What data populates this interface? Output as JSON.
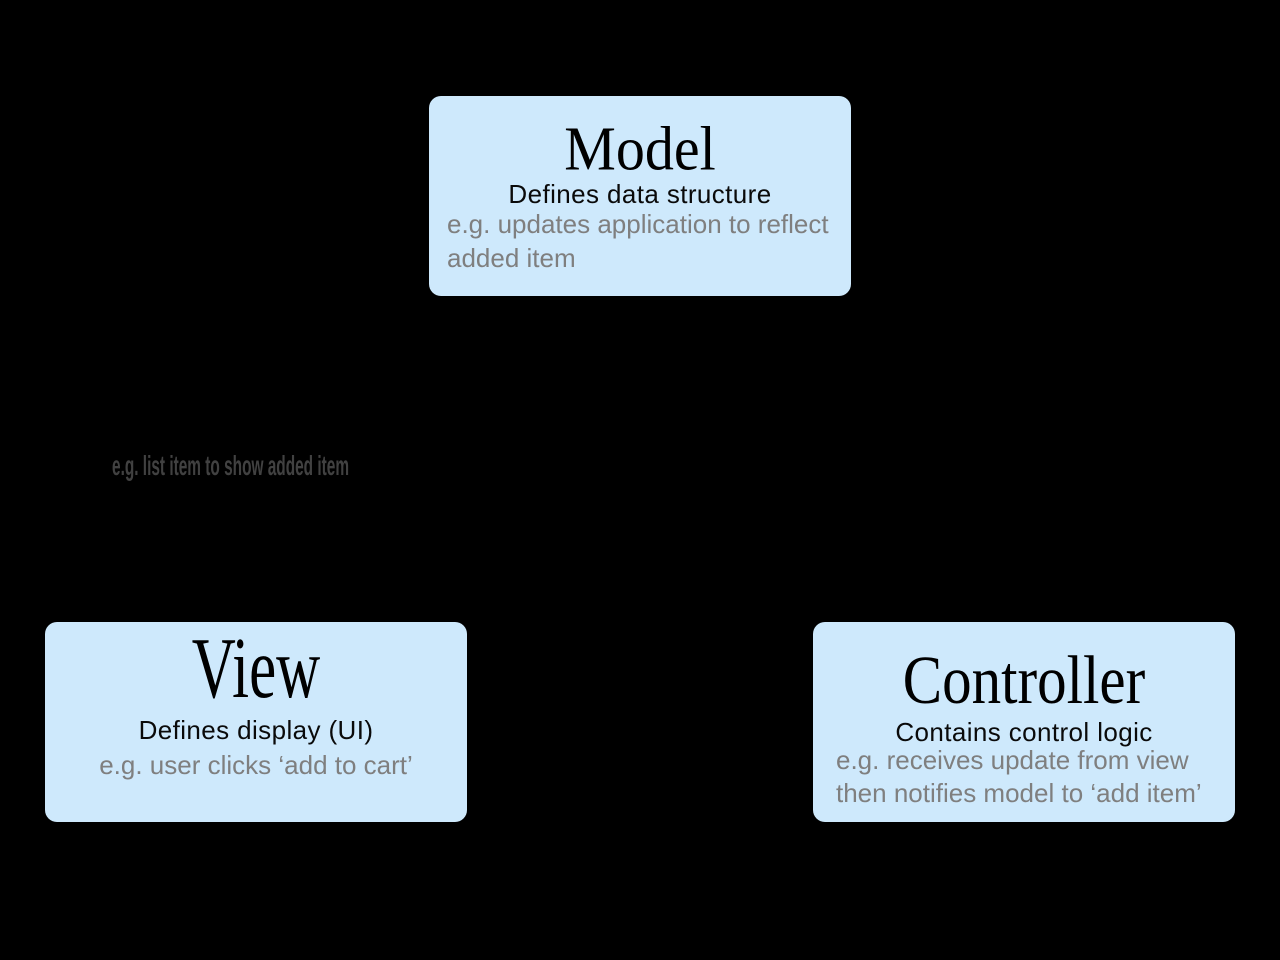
{
  "diagram": {
    "type": "mvc-architecture",
    "boxes": [
      {
        "id": "model",
        "title": "Model",
        "subtitle": "Defines data structure",
        "example_lines": [
          "e.g. updates application to reflect",
          "added item"
        ]
      },
      {
        "id": "view",
        "title": "View",
        "subtitle": "Defines display (UI)",
        "example_lines": [
          "e.g. user clicks ‘add to cart’"
        ]
      },
      {
        "id": "controller",
        "title": "Controller",
        "subtitle": "Contains control logic",
        "example_lines": [
          "e.g. receives update from view",
          "then notifies model to ‘add item’"
        ]
      }
    ],
    "connector_label": "e.g. list item to show added item",
    "colors": {
      "canvas_bg": "#000000",
      "box_fill": "#cee9fc",
      "title_text": "#000000",
      "subtitle_text": "#0a0a0a",
      "example_text": "#7f7f7f",
      "floating_label_text": "#414141"
    }
  }
}
